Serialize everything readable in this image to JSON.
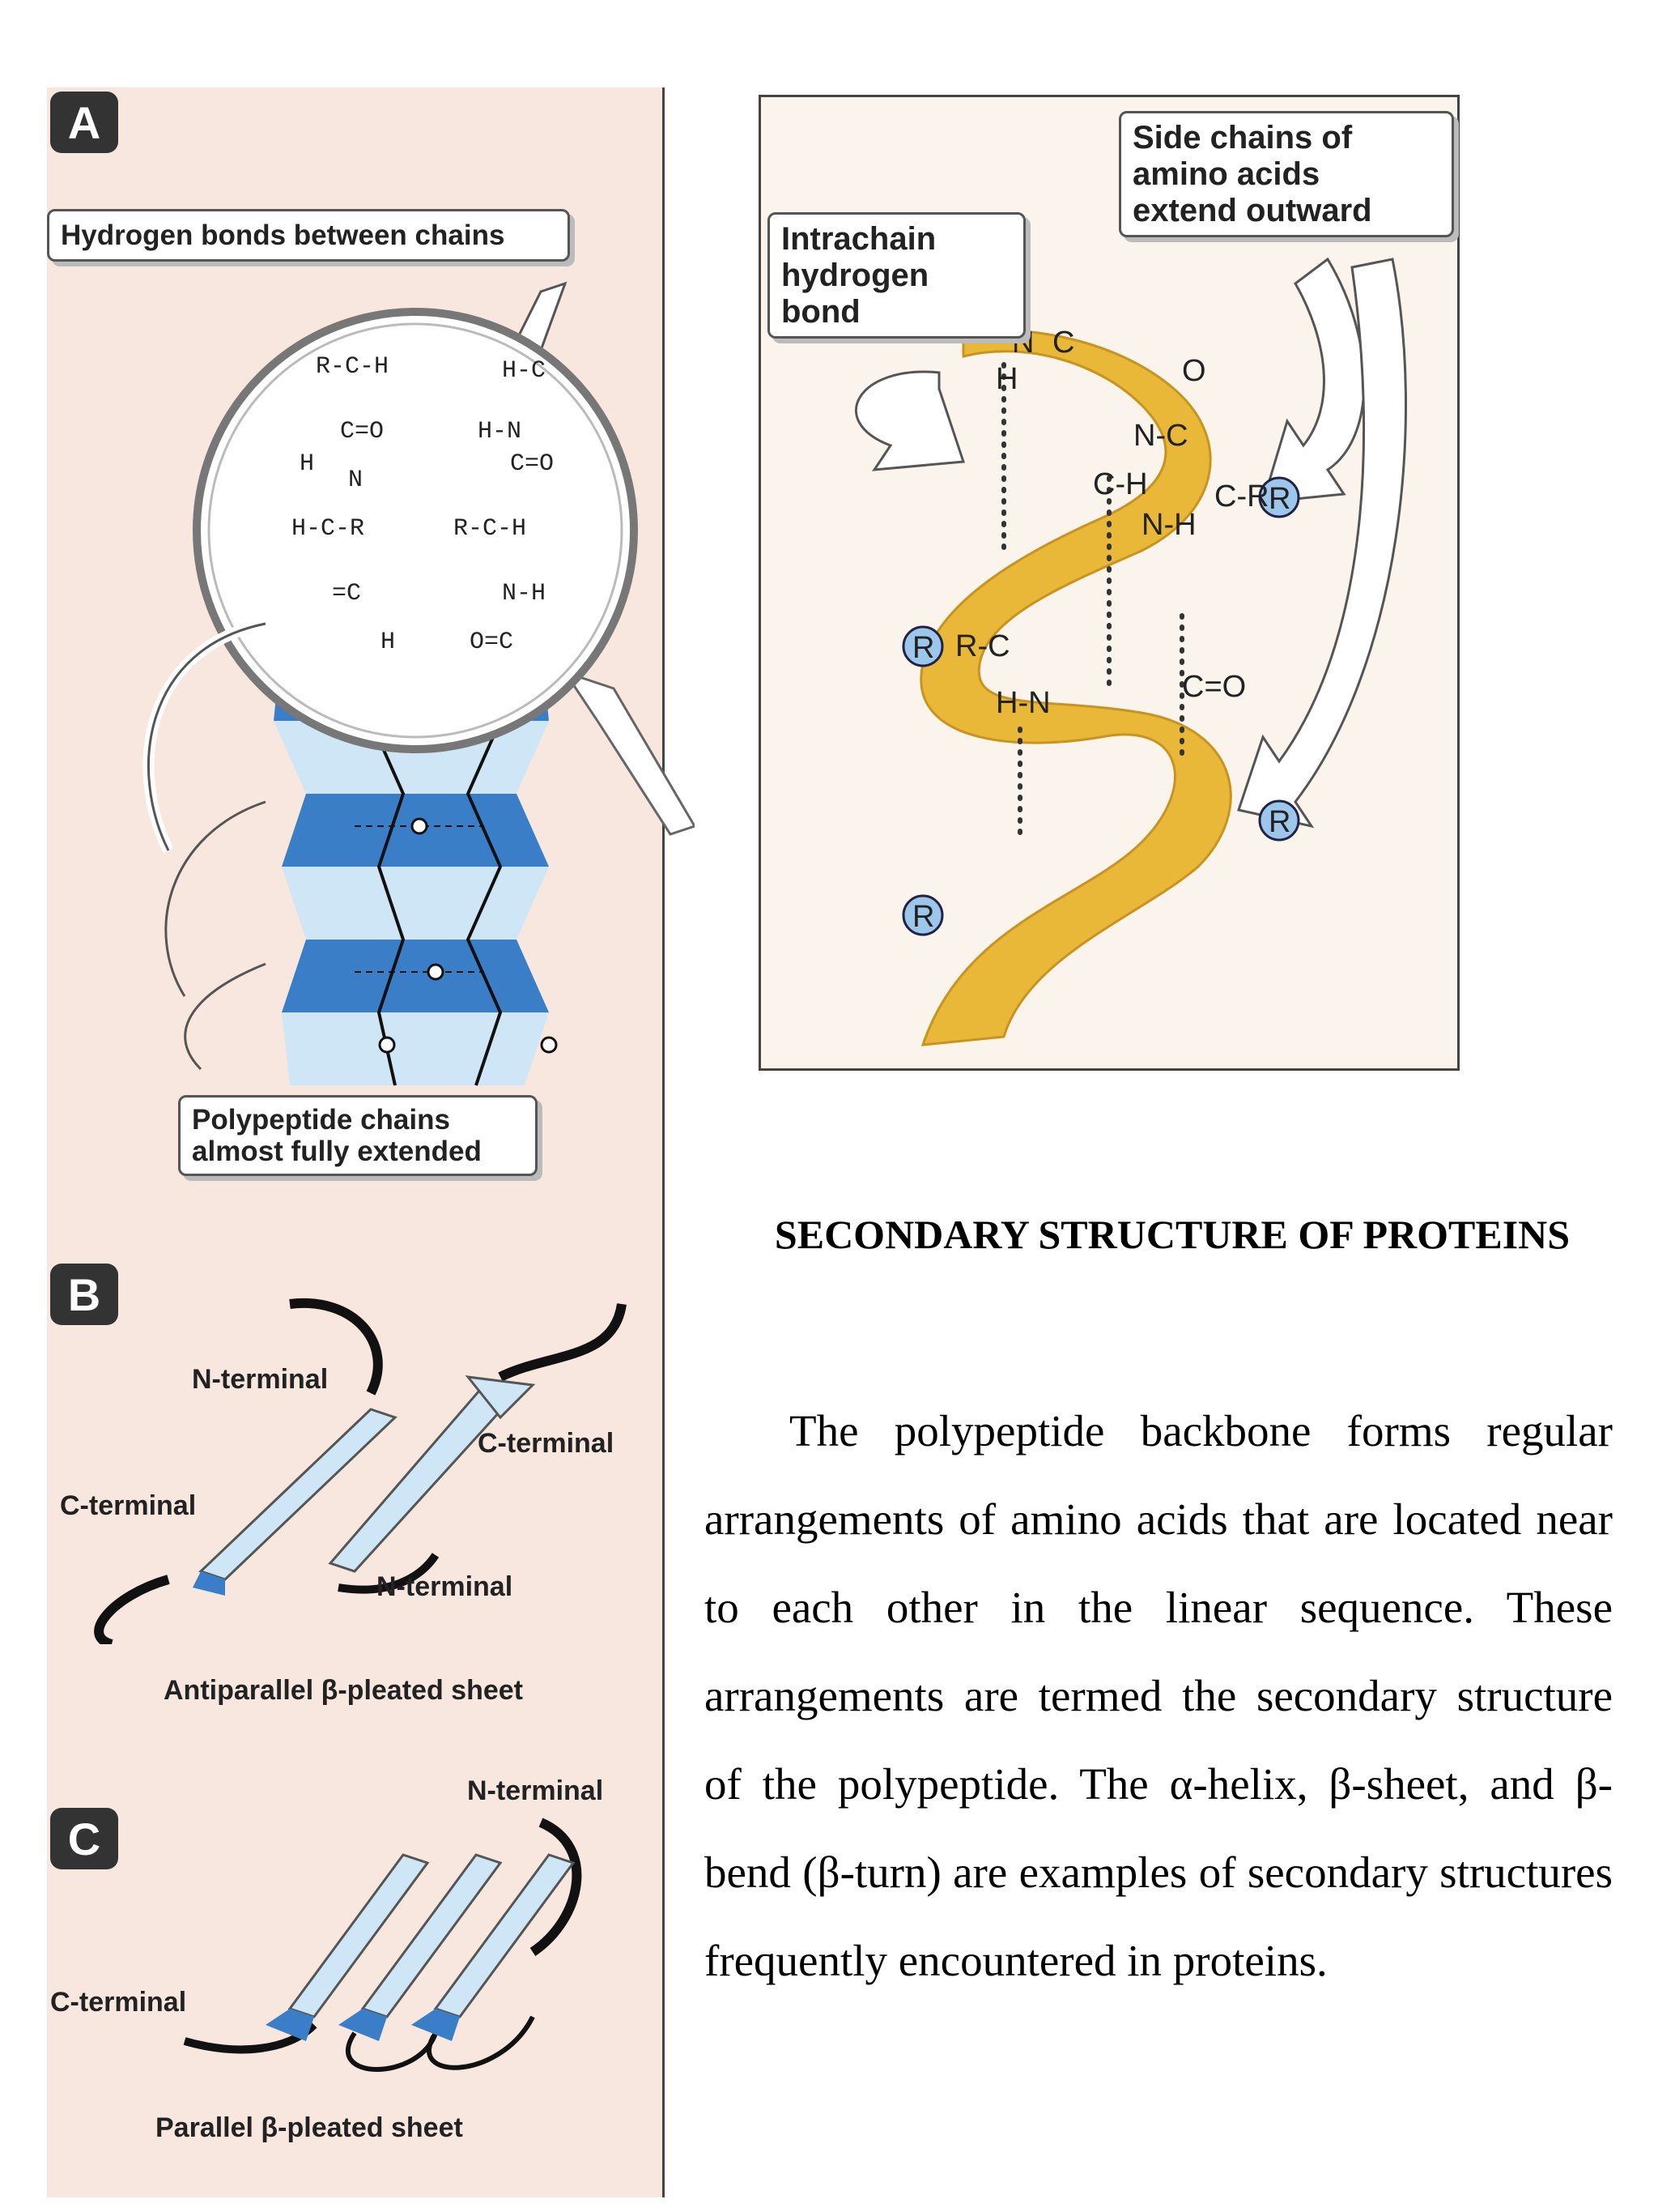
{
  "figure": {
    "panels": {
      "a": {
        "badge": "A",
        "hydrogen_bonds_callout": "Hydrogen bonds between chains",
        "polypeptide_callout_lines": [
          "Polypeptide chains",
          "almost fully extended"
        ],
        "magnifier_atoms": [
          "R-C-H",
          "H-C",
          "C=O",
          "H-N",
          "H",
          "N",
          "C=O",
          "H-C-R",
          "R-C-H",
          "=C",
          "N-H",
          "H",
          "O=C"
        ]
      },
      "b": {
        "badge": "B",
        "n_terminal_top": "N-terminal",
        "c_terminal_right": "C-terminal",
        "c_terminal_left": "C-terminal",
        "n_terminal_bottom": "N-terminal",
        "caption": "Antiparallel β-pleated sheet"
      },
      "c": {
        "badge": "C",
        "n_terminal": "N-terminal",
        "c_terminal": "C-terminal",
        "caption": "Parallel β-pleated sheet"
      }
    },
    "helix": {
      "side_chains_callout_lines": [
        "Side chains of",
        "amino acids",
        "extend outward"
      ],
      "intrachain_callout_lines": [
        "Intrachain",
        "hydrogen",
        "bond"
      ],
      "residue_label": "R",
      "atoms": [
        "N",
        "C",
        "H",
        "O",
        "N-C",
        "C-H",
        "C-R",
        "N-H",
        "R-C",
        "H-N",
        "C=O"
      ]
    }
  },
  "article": {
    "heading": "SECONDARY STRUCTURE OF PROTEINS",
    "paragraph": "The polypeptide backbone forms regular arrangements of amino acids that are located near to each other in the linear sequence. These arrangements are termed the secondary structure of the polypeptide. The α-helix, β-sheet, and β-bend (β-turn) are examples of secondary structures frequently encountered in proteins."
  },
  "colors": {
    "panel_background": "#f7e7df",
    "sheet_dark_blue": "#3b7ec8",
    "sheet_light_blue": "#cfe6f7",
    "helix_gold": "#e9b838",
    "residue_blue": "#9cc6ea"
  }
}
